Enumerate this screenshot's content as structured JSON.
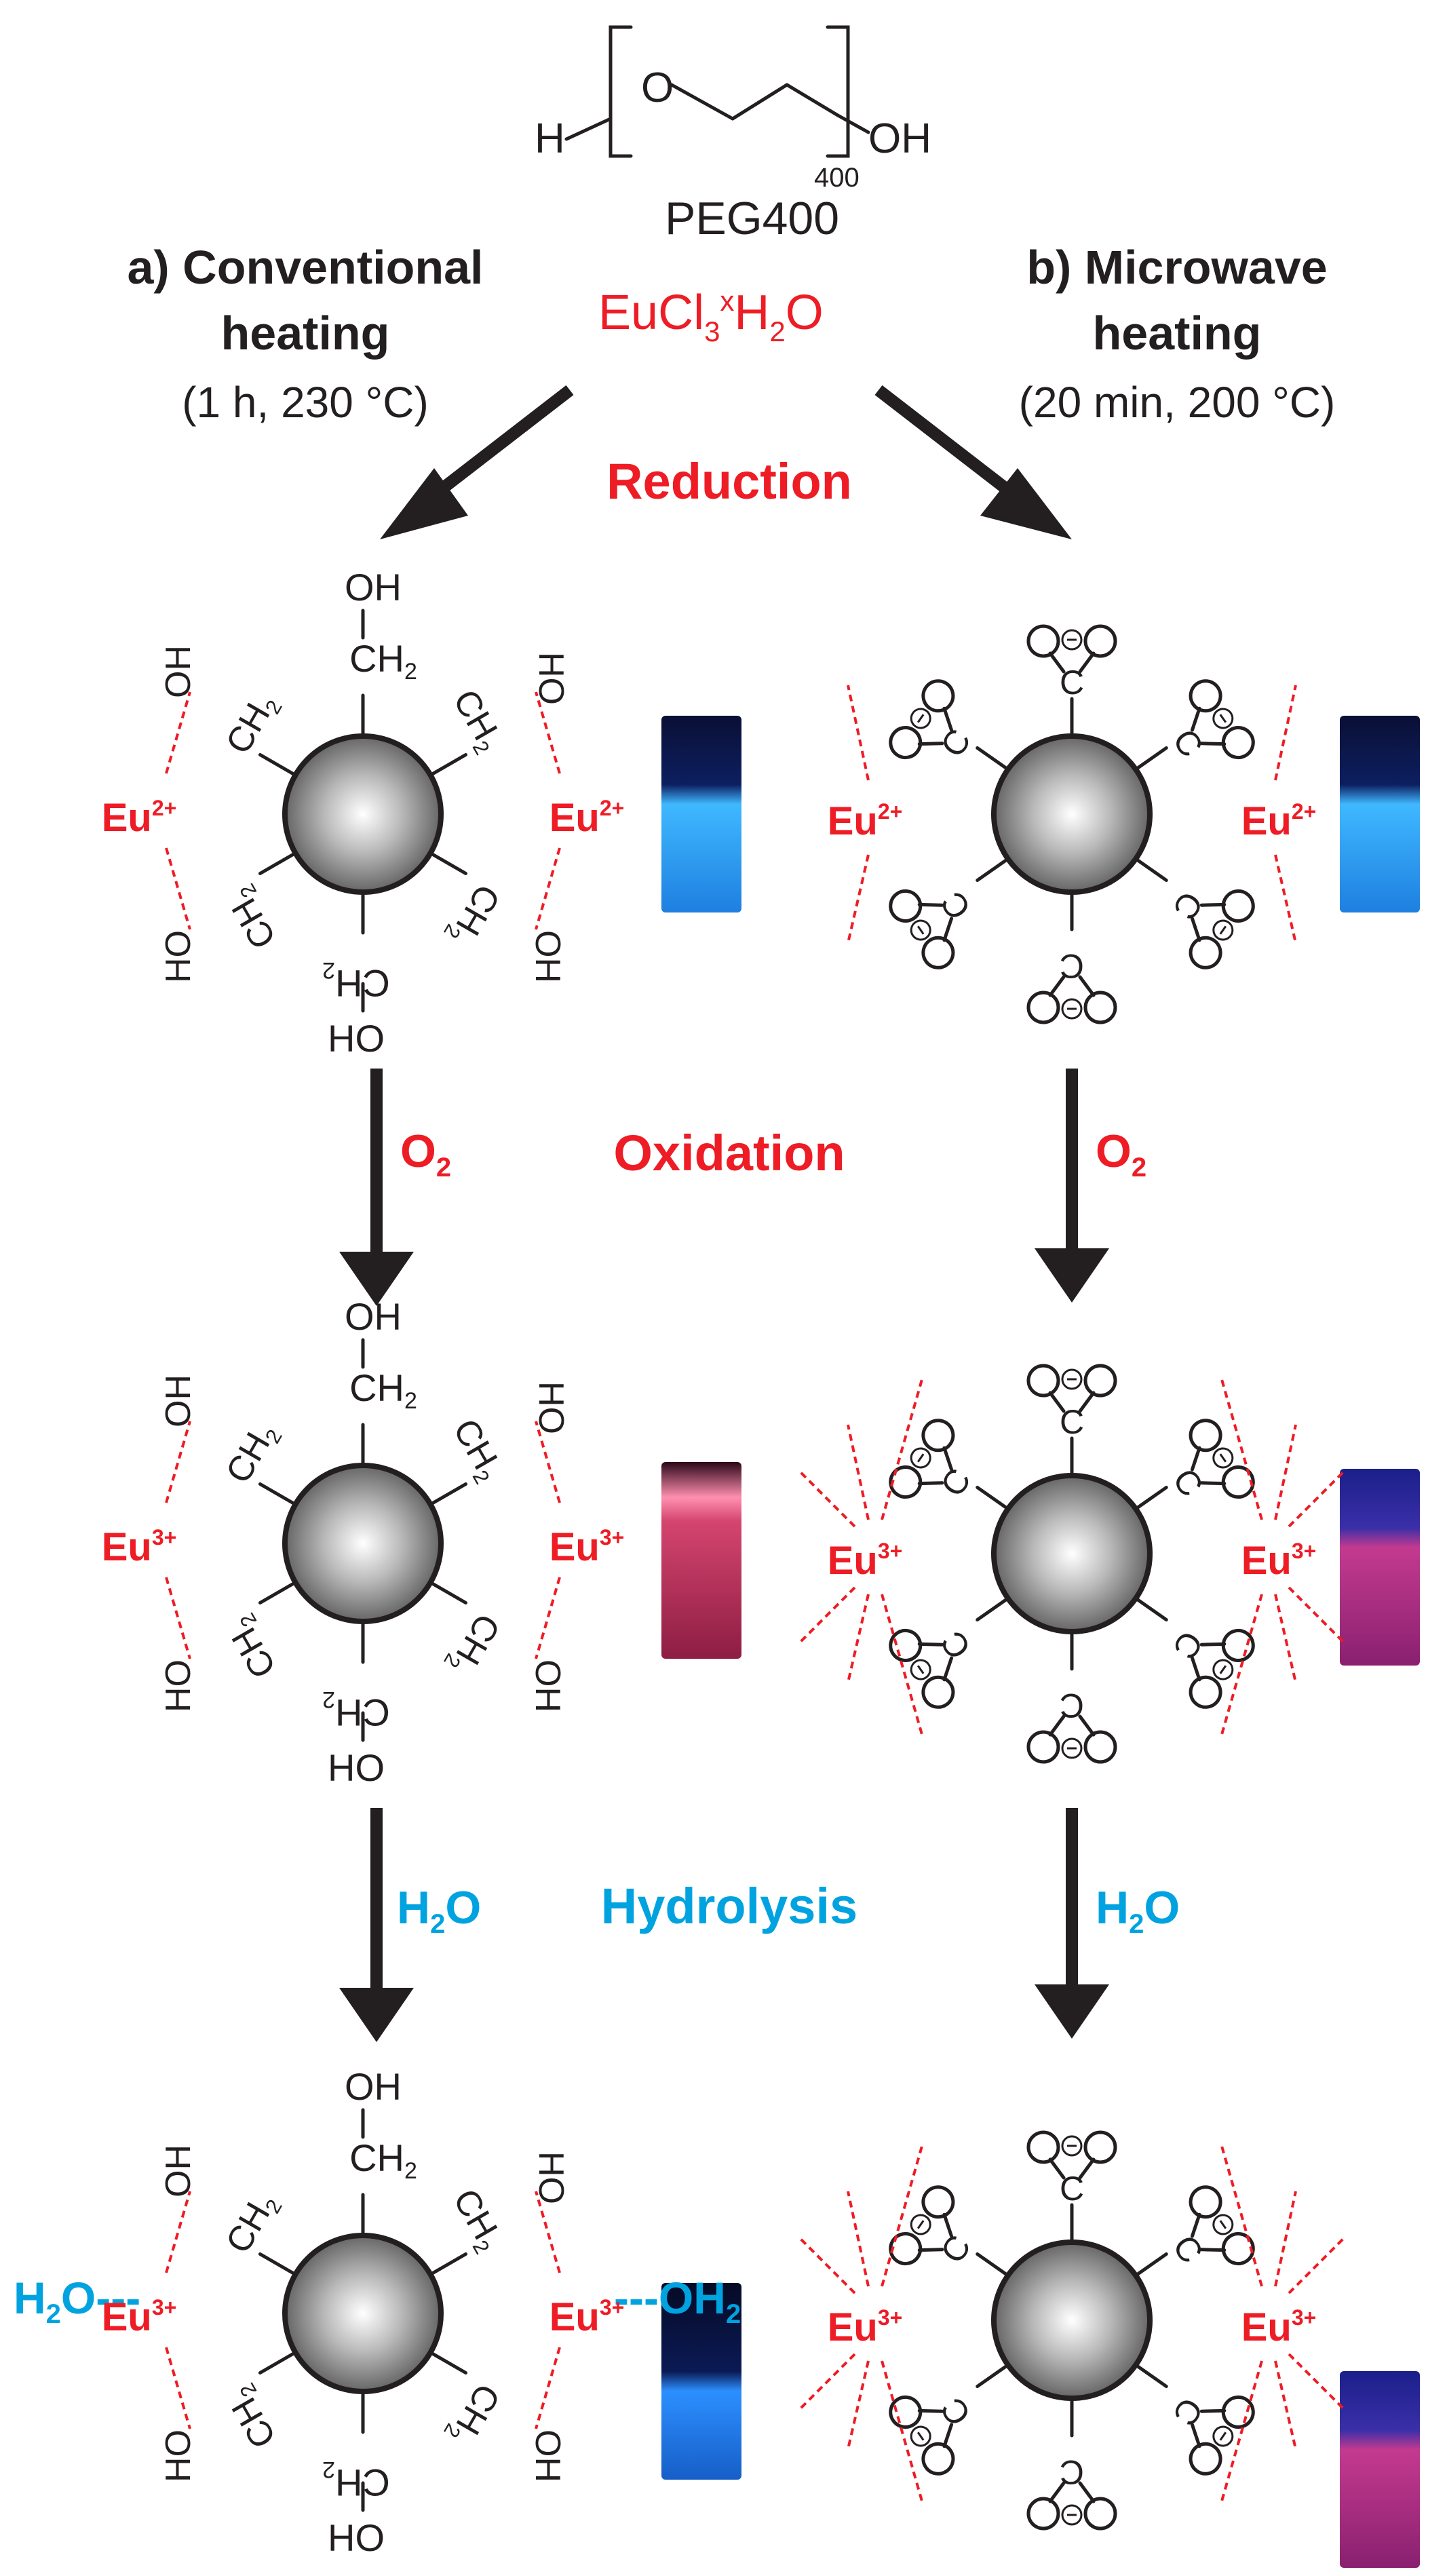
{
  "peg": {
    "h_label": "H",
    "o_label": "O",
    "oh_label": "OH",
    "subscript": "400",
    "name": "PEG400"
  },
  "left_header": {
    "line1": "a) Conventional",
    "line2": "heating",
    "conditions": "(1 h, 230 °C)"
  },
  "right_header": {
    "line1": "b) Microwave",
    "line2": "heating",
    "conditions": "(20 min, 200 °C)"
  },
  "precursor": {
    "main": "EuCl",
    "sub3": "3",
    "x": "x",
    "h": "H",
    "sub2": "2",
    "o": "O"
  },
  "steps": {
    "reduction": "Reduction",
    "oxidation": "Oxidation",
    "hydrolysis": "Hydrolysis",
    "o2_main": "O",
    "o2_sub": "2",
    "h2o_main": "H",
    "h2o_sub": "2",
    "h2o_tail": "O"
  },
  "labels": {
    "eu": "Eu",
    "eu2": "2+",
    "eu3": "3+",
    "oh": "OH",
    "ho": "HO",
    "ch": "CH",
    "sub2": "2",
    "o": "O",
    "c": "C",
    "minus": "−",
    "h2o_left": "H",
    "h2o_left_sub": "2",
    "h2o_left_tail": "O---",
    "oh2_right_dash": "---OH",
    "oh2_right_sub": "2"
  },
  "colors": {
    "red": "#ee1c25",
    "blue": "#00a3e0",
    "black": "#231f20",
    "cuvette_blue": "#2aa5ff",
    "cuvette_magenta": "#c0306a"
  }
}
